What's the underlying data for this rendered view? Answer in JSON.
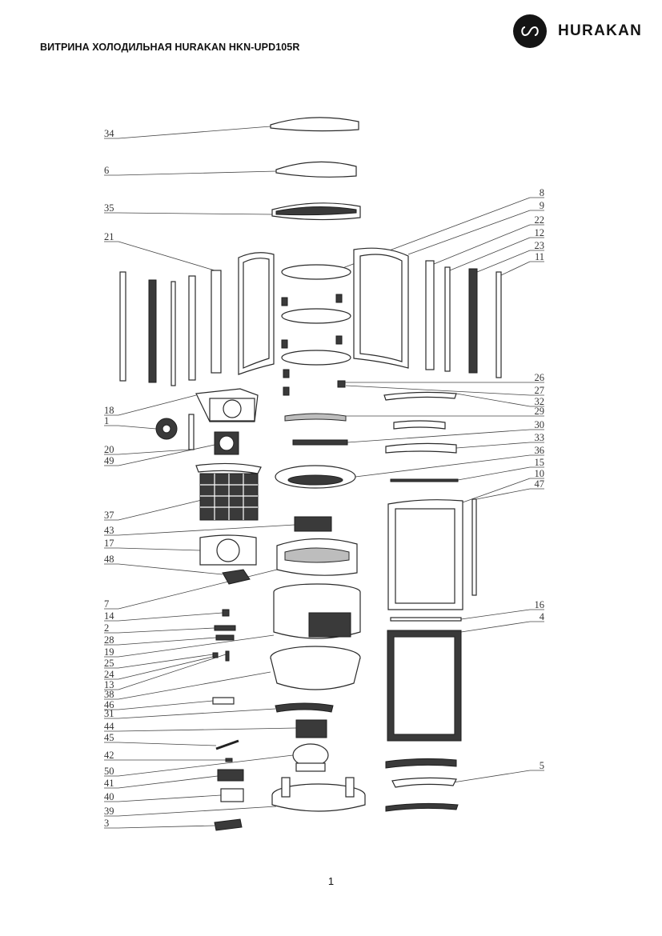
{
  "header": {
    "title": "ВИТРИНА ХОЛОДИЛЬНАЯ HURAKAN HKN-UPD105R",
    "brand": "HURAKAN",
    "logo_icon": "infinity-loop-icon"
  },
  "diagram": {
    "left_labels": [
      "34",
      "6",
      "35",
      "21",
      "18",
      "1",
      "20",
      "49",
      "37",
      "43",
      "17",
      "48",
      "7",
      "14",
      "2",
      "28",
      "19",
      "25",
      "24",
      "13",
      "38",
      "46",
      "31",
      "44",
      "45",
      "42",
      "50",
      "41",
      "40",
      "39",
      "3"
    ],
    "right_labels": [
      "8",
      "9",
      "22",
      "12",
      "23",
      "11",
      "26",
      "27",
      "32",
      "29",
      "30",
      "33",
      "36",
      "15",
      "10",
      "47",
      "16",
      "4",
      "5"
    ]
  },
  "footer": {
    "page_number": "1"
  }
}
